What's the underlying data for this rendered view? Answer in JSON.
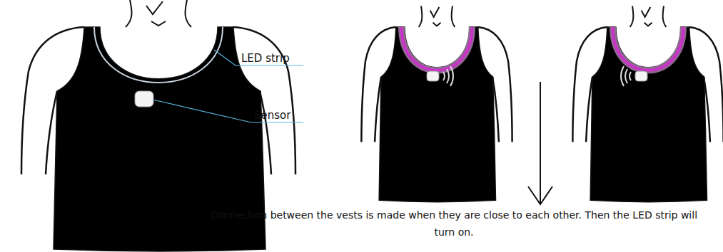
{
  "diagram": {
    "labels": [
      "LED strip",
      "Sensor",
      "Connection between the vests is made when they are close to each other. Then the LED strip will turn on."
    ]
  }
}
